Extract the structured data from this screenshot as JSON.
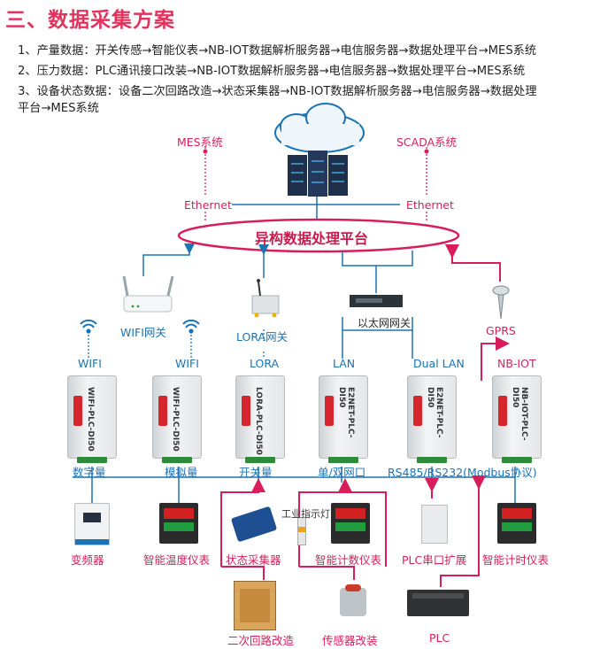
{
  "title": "三、数据采集方案",
  "lines": {
    "l1": "1、产量数据：开关传感→智能仪表→NB-IOT数据解析服务器→电信服务器→数据处理平台→MES系统",
    "l2": "2、压力数据：PLC通讯接口改装→NB-IOT数据解析服务器→电信服务器→数据处理平台→MES系统",
    "l3a": "3、设备状态数据：设备二次回路改造→状态采集器→NB-IOT数据解析服务器→电信服务器→数据处理",
    "l3b": "平台→MES系统"
  },
  "top": {
    "mes": "MES系统",
    "scada": "SCADA系统",
    "eth_left": "Ethernet",
    "eth_right": "Ethernet",
    "platform": "异构数据处理平台"
  },
  "gateways": {
    "wifi_gw": "WIFI网关",
    "lora_gw": "LORA网关",
    "eth_gw": "以太网网关",
    "gprs": "GPRS"
  },
  "channels": [
    "WIFI",
    "WIFI",
    "LORA",
    "LAN",
    "Dual LAN",
    "NB-IOT"
  ],
  "devices": [
    "WIFI-PLC-DI50",
    "WIFI-PLC-DI50",
    "LORA-PLC-DI50",
    "E2NET-PLC-DI50",
    "E2NET-PLC-DI50",
    "NB-IOT-PLC-DI50"
  ],
  "bus": {
    "digital": "数字量",
    "analog": "模拟量",
    "switch": "开关量",
    "net": "单/双网口",
    "serial": "RS485/RS232(Modbus协议)"
  },
  "field": {
    "inverter": "变频器",
    "temp_meter": "智能温度仪表",
    "state_collector": "状态采集器",
    "indicator": "工业指示灯",
    "count_meter": "智能计数仪表",
    "plc_ext": "PLC串口扩展",
    "timer_meter": "智能计时仪表",
    "secondary_loop": "二次回路改造",
    "sensor_mod": "传感器改装",
    "plc": "PLC"
  },
  "colors": {
    "accent": "#e2335e",
    "red_line": "#d81e5a",
    "blue_line": "#1a73b5"
  }
}
